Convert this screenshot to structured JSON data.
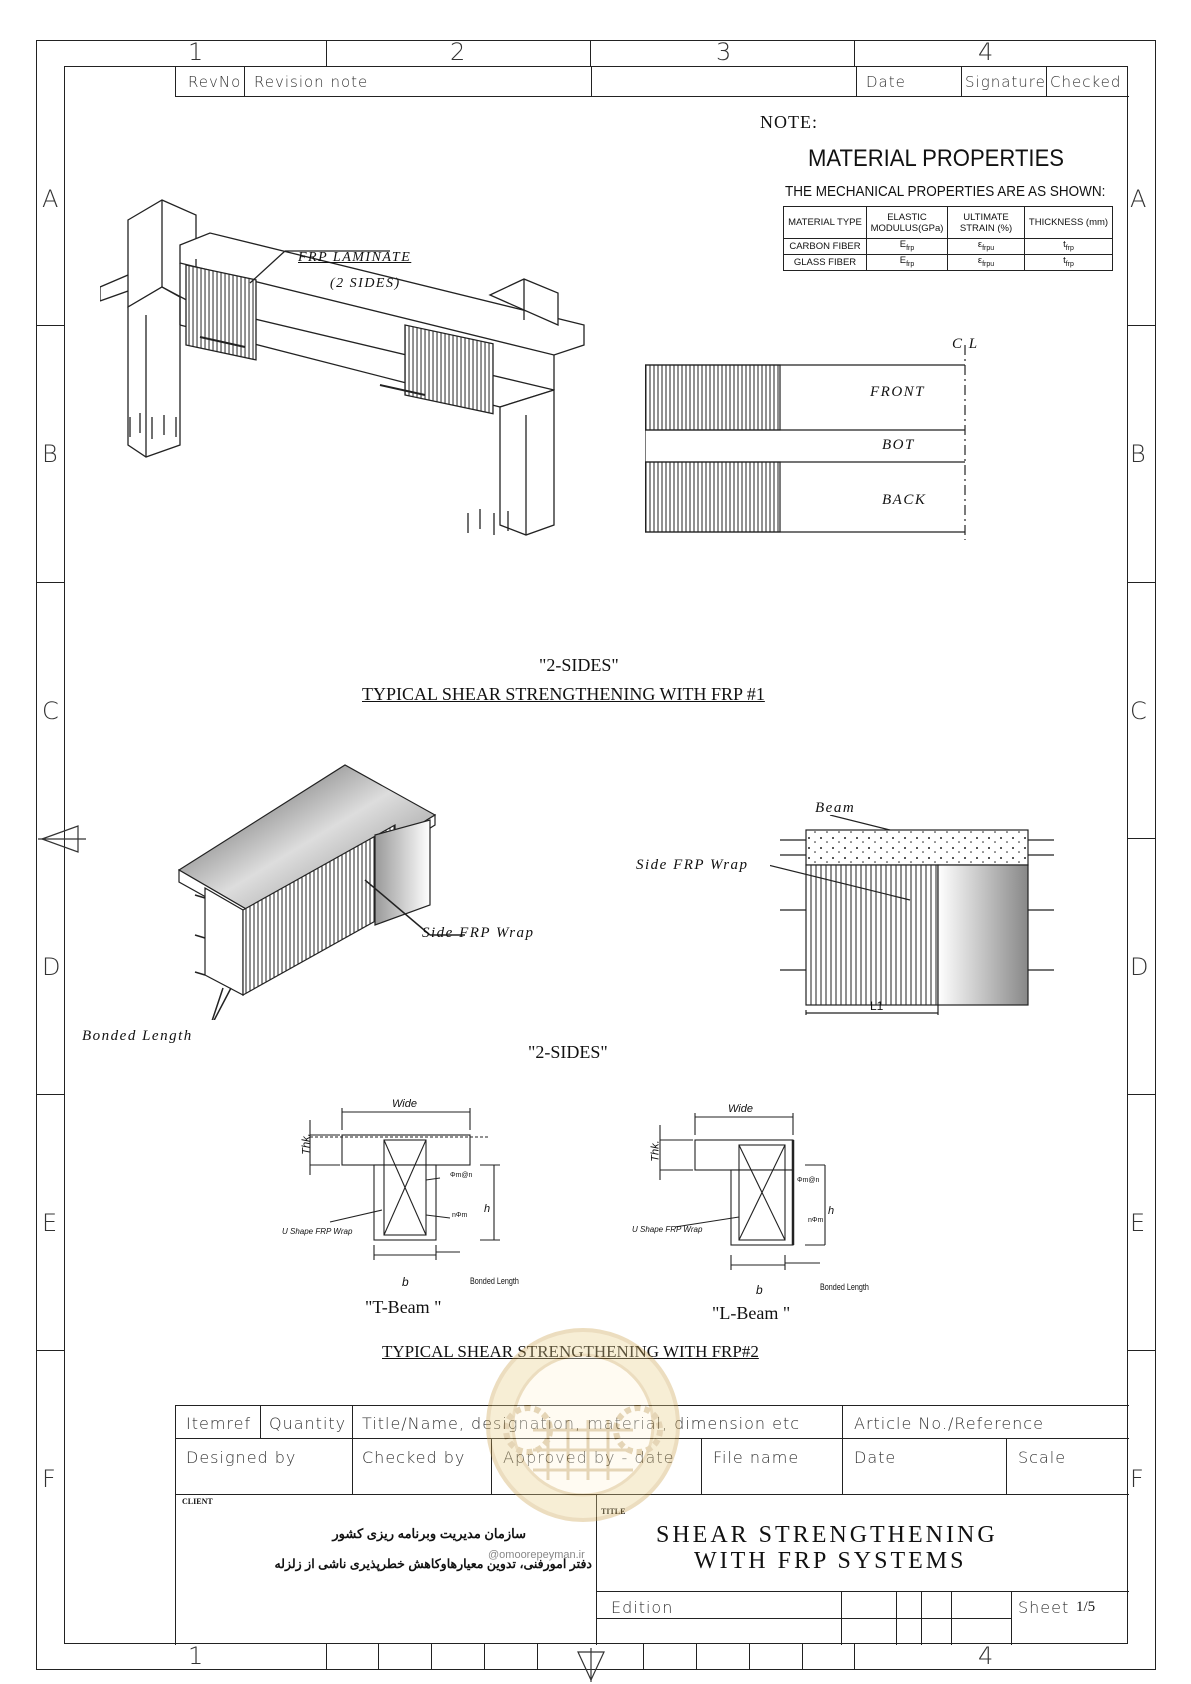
{
  "zones": {
    "top": [
      "1",
      "2",
      "3",
      "4"
    ],
    "left": [
      "A",
      "B",
      "C",
      "D",
      "E",
      "F"
    ],
    "bottom_left": "1",
    "bottom_right": "4"
  },
  "revision_header": {
    "rev_no": "RevNo",
    "revision_note": "Revision note",
    "date": "Date",
    "signature": "Signature",
    "checked": "Checked"
  },
  "note": {
    "label": "NOTE:",
    "title": "MATERIAL PROPERTIES",
    "subtitle": "THE MECHANICAL PROPERTIES ARE AS SHOWN:",
    "table": {
      "headers": [
        "MATERIAL TYPE",
        "ELASTIC MODULUS(GPa)",
        "ULTIMATE STRAIN (%)",
        "THICKNESS (mm)"
      ],
      "rows": [
        [
          "CARBON FIBER",
          "E",
          "frp",
          "ε",
          "frpu",
          "t",
          "frp"
        ],
        [
          "GLASS FIBER",
          "E",
          "frp",
          "ε",
          "frpu",
          "t",
          "frp"
        ]
      ]
    }
  },
  "drawing1": {
    "frp_laminate": "FRP LAMINATE",
    "two_sides_paren": "(2 SIDES)",
    "cl": "C L",
    "front": "FRONT",
    "bot": "BOT",
    "back": "BACK",
    "caption_sub": "\"2-SIDES\"",
    "caption_title": "TYPICAL SHEAR STRENGTHENING WITH FRP #1"
  },
  "drawing2": {
    "side_frp_wrap_left": "Side FRP Wrap",
    "bonded_length": "Bonded Length",
    "beam": "Beam",
    "side_frp_wrap_right": "Side FRP Wrap",
    "l1": "L1",
    "caption_sub": "\"2-SIDES\""
  },
  "drawing3": {
    "wide": "Wide",
    "thk": "Thk.",
    "h": "h",
    "b": "b",
    "phi_m_n": "Φm@n",
    "n_phi_m": "nΦm",
    "u_shape": "U Shape FRP Wrap",
    "bonded_length": "Bonded Length",
    "t_beam": "\"T-Beam \"",
    "l_beam": "\"L-Beam \"",
    "caption_title": "TYPICAL SHEAR STRENGTHENING WITH FRP#2"
  },
  "title_block": {
    "itemref": "Itemref",
    "quantity": "Quantity",
    "title_name": "Title/Name, designation, material, dimension etc",
    "article_no": "Article No./Reference",
    "designed_by": "Designed by",
    "checked_by": "Checked by",
    "approved_by": "Approved by - date",
    "file_name": "File name",
    "date": "Date",
    "scale": "Scale",
    "client_label": "CLIENT",
    "client_line1": "سازمان مدیریت وبرنامه ریزی کشور",
    "client_line2": "دفتر امورفنی، تدوین معیارهاوکاهش خطرپذیری ناشی از زلزله",
    "title_label": "TITLE",
    "title_line1": "SHEAR STRENGTHENING",
    "title_line2": "WITH FRP SYSTEMS",
    "watermark_url": "@omoorepeyman.ir",
    "edition": "Edition",
    "sheet": "Sheet",
    "sheet_no": "1/5"
  }
}
